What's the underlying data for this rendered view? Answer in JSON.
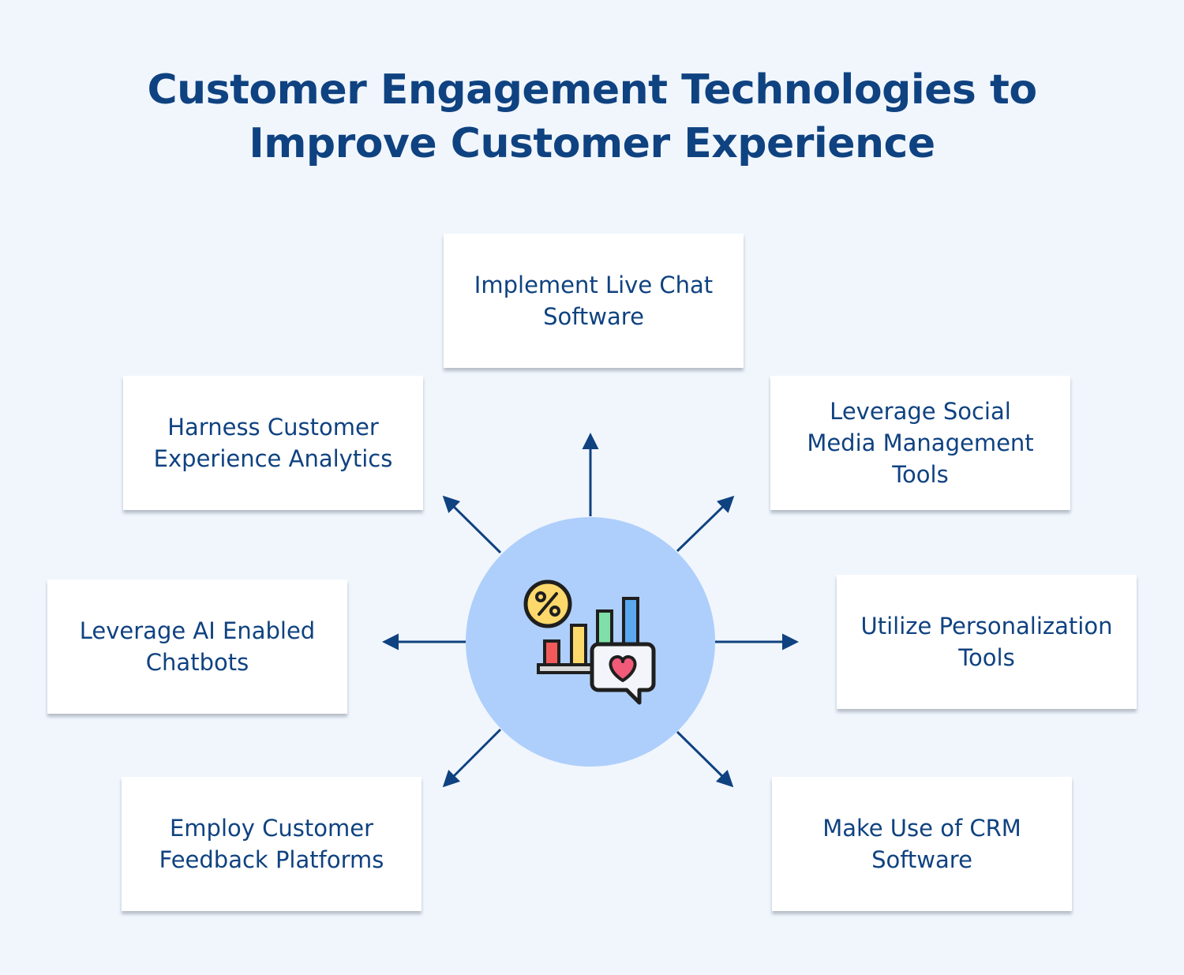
{
  "title": {
    "line1": "Customer Engagement Technologies to",
    "line2": "Improve Customer Experience"
  },
  "center": {
    "icon": "analytics-percent-heart-icon"
  },
  "items": [
    {
      "label": "Implement Live Chat Software"
    },
    {
      "label": "Leverage Social Media Management Tools"
    },
    {
      "label": "Utilize Personalization Tools"
    },
    {
      "label": "Make Use of CRM Software"
    },
    {
      "label": "Employ Customer Feedback Platforms"
    },
    {
      "label": "Leverage AI Enabled Chatbots"
    },
    {
      "label": "Harness Customer Experience Analytics"
    }
  ],
  "colors": {
    "background": "#f1f6fd",
    "title": "#0f4280",
    "arrow": "#0f4280",
    "circle": "#aecffb",
    "card": "#ffffff"
  }
}
